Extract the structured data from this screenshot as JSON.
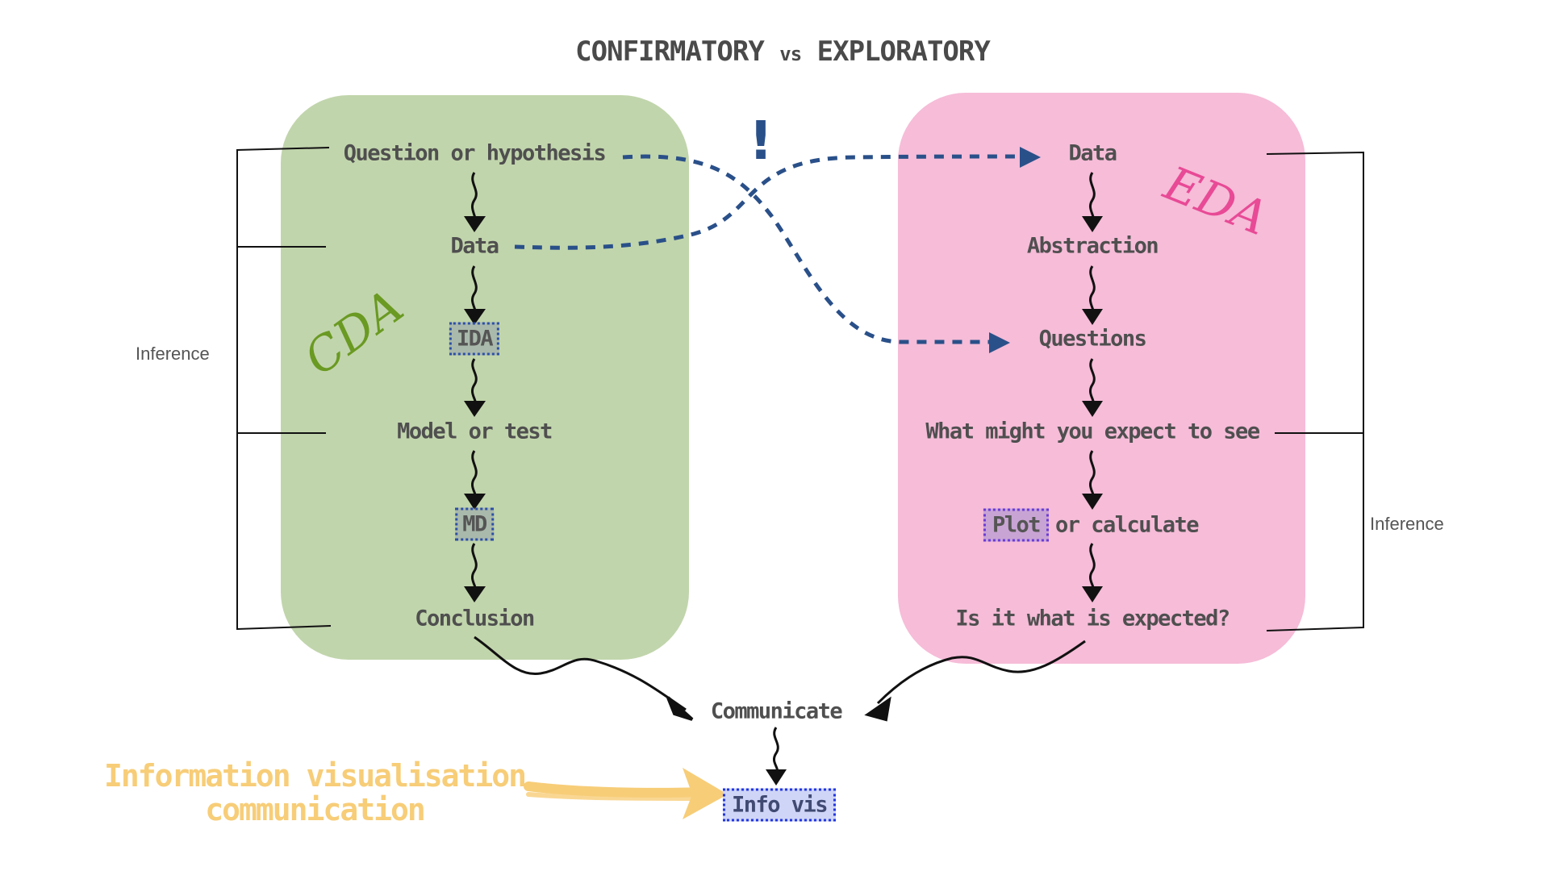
{
  "title": {
    "left": "CONFIRMATORY",
    "middle": "vs",
    "right": "EXPLORATORY"
  },
  "cda": {
    "label": "CDA",
    "steps": [
      "Question or hypothesis",
      "Data",
      "IDA",
      "Model or test",
      "MD",
      "Conclusion"
    ]
  },
  "eda": {
    "label": "EDA",
    "steps": [
      "Data",
      "Abstraction",
      "Questions",
      "What might you expect to see",
      "Plot",
      "or calculate",
      "Is it what is expected?"
    ]
  },
  "bang": "!",
  "inference_left": "Inference",
  "inference_right": "Inference",
  "communicate": "Communicate",
  "info_vis": "Info vis",
  "annotation": {
    "line1": "Information visualisation",
    "line2": "communication"
  },
  "colors": {
    "cda_panel": "#c1d5ac",
    "eda_panel": "#f6bcd8",
    "cda_label": "#6a9a22",
    "eda_label": "#e84a96",
    "dashed_arrow": "#2a5089",
    "annotation": "#f7cd78"
  }
}
